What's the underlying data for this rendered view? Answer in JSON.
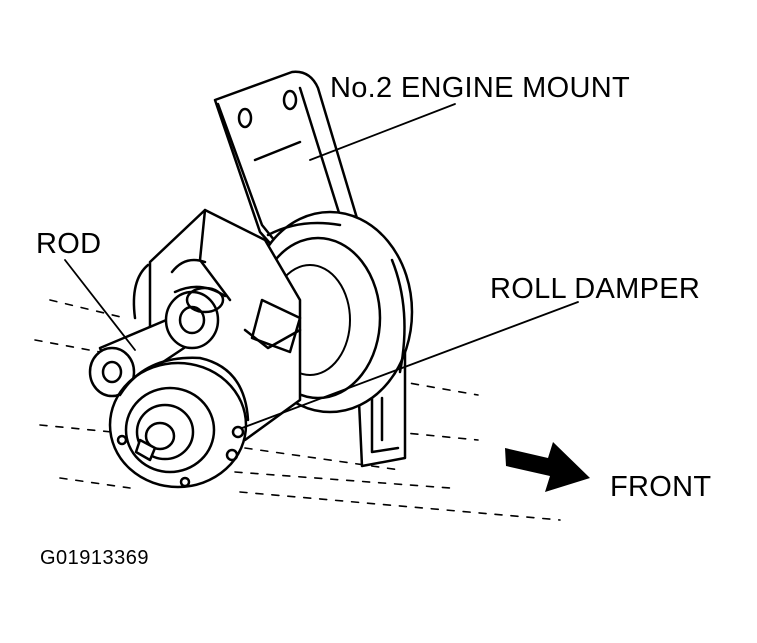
{
  "labels": {
    "engine_mount": "No.2 ENGINE MOUNT",
    "rod": "ROD",
    "roll_damper": "ROLL DAMPER",
    "front": "FRONT",
    "figure_code": "G01913369"
  },
  "colors": {
    "ink": "#000000",
    "paper": "#ffffff"
  },
  "icons": {
    "direction": "front-arrow-icon"
  }
}
